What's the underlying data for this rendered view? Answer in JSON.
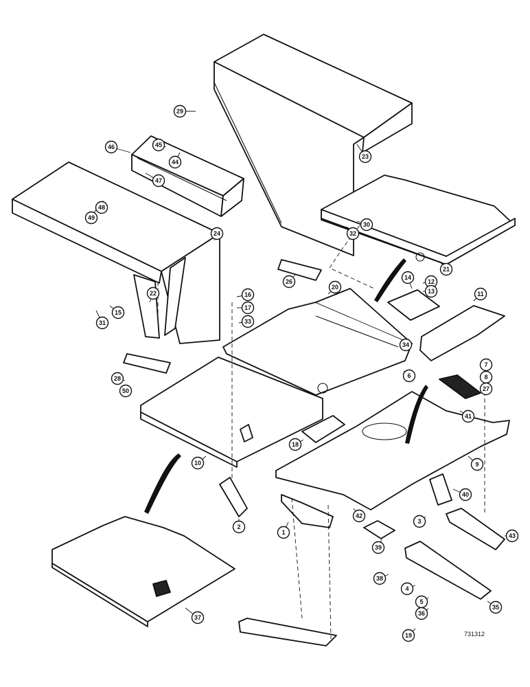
{
  "diagram": {
    "reference": "731312",
    "callouts": [
      "29",
      "23",
      "46",
      "45",
      "44",
      "47",
      "48",
      "49",
      "24",
      "30",
      "32",
      "26",
      "21",
      "20",
      "14",
      "12",
      "13",
      "11",
      "22",
      "31",
      "15",
      "16",
      "17",
      "33",
      "34",
      "6",
      "7",
      "8",
      "27",
      "28",
      "50",
      "41",
      "18",
      "10",
      "9",
      "42",
      "40",
      "2",
      "1",
      "3",
      "43",
      "39",
      "38",
      "4",
      "5",
      "36",
      "35",
      "19",
      "37"
    ]
  }
}
